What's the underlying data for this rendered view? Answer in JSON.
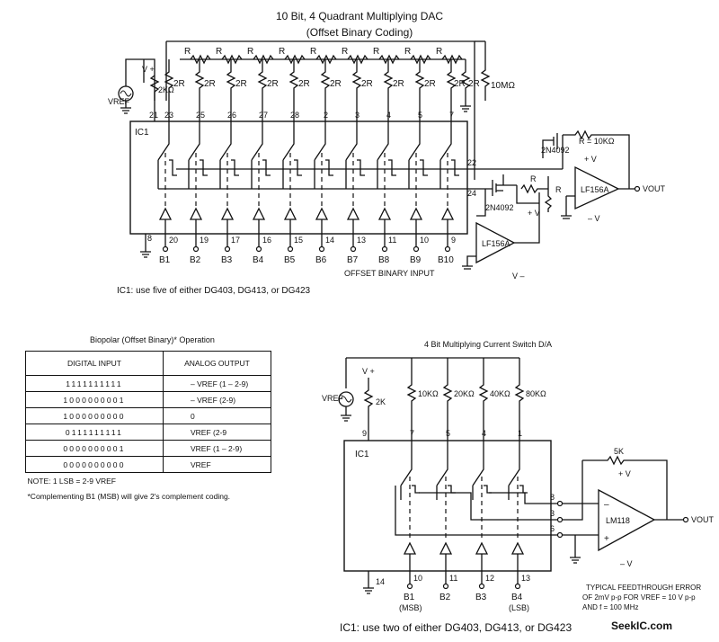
{
  "top": {
    "title1": "10 Bit, 4 Quadrant Multiplying DAC",
    "title2": "(Offset Binary Coding)",
    "res_r": "R",
    "res_2r": "2R",
    "res_2k": "2KΩ",
    "res_10m": "10MΩ",
    "res_fb": "R = 10KΩ",
    "res_r_mid": "R",
    "vplus": "V +",
    "vref": "VREF",
    "pins_top": [
      "21",
      "23",
      "25",
      "26",
      "27",
      "28",
      "2",
      "3",
      "4",
      "5",
      "7"
    ],
    "pins_bottom": [
      "20",
      "19",
      "17",
      "16",
      "15",
      "14",
      "13",
      "11",
      "10",
      "9"
    ],
    "pin_gnd": "8",
    "pin_22": "22",
    "pin_24": "24",
    "bits": [
      "B1",
      "B2",
      "B3",
      "B4",
      "B5",
      "B6",
      "B7",
      "B8",
      "B9",
      "B10"
    ],
    "ic": "IC1",
    "fet": "2N4092",
    "opamp": "LF156A",
    "plus_v": "+ V",
    "minus_v": "V –",
    "minus_v2": "– V",
    "vout": "VOUT",
    "input_caption": "OFFSET BINARY INPUT",
    "note": "IC1: use five of either DG403, DG413, or DG423"
  },
  "table": {
    "title": "Biopolar (Offset Binary)* Operation",
    "col_digital": "DIGITAL INPUT",
    "col_analog": "ANALOG OUTPUT",
    "rows": [
      {
        "digital": "1111111111",
        "analog": "– VREF (1 – 2-9)"
      },
      {
        "digital": "1000000001",
        "analog": "– VREF (2-9)"
      },
      {
        "digital": "1000000000",
        "analog": "0"
      },
      {
        "digital": "0111111111",
        "analog": "VREF (2-9"
      },
      {
        "digital": "0000000001",
        "analog": "VREF (1 – 2-9)"
      },
      {
        "digital": "0000000000",
        "analog": "VREF"
      }
    ],
    "note1": "NOTE: 1 LSB = 2-9 VREF",
    "note2": "*Complementing B1 (MSB) will give 2's complement coding."
  },
  "bottom": {
    "title": "4 Bit Multiplying Current Switch D/A",
    "vplus": "V +",
    "res_2k": "2K",
    "res_values": [
      "10KΩ",
      "20KΩ",
      "40KΩ",
      "80KΩ"
    ],
    "pins_top": [
      "9",
      "7",
      "5",
      "4",
      "1"
    ],
    "pins_bottom": [
      "10",
      "11",
      "12",
      "13"
    ],
    "pin_gnd": "14",
    "pins_right": [
      "8",
      "3",
      "6"
    ],
    "bits": [
      "B1",
      "B2",
      "B3",
      "B4"
    ],
    "msb": "(MSB)",
    "lsb": "(LSB)",
    "ic": "IC1",
    "fb": "5K",
    "opamp": "LM118",
    "plus_v": "+ V",
    "minus_v": "– V",
    "vref": "VREF",
    "vout": "VOUT",
    "feed1": "TYPICAL FEEDTHROUGH ERROR",
    "feed2": "OF 2mV p-p FOR VREF = 10 V p-p",
    "feed3": "AND f = 100 MHz",
    "note": "IC1: use two of either DG403, DG413, or DG423"
  },
  "watermark": "SeekIC.com"
}
